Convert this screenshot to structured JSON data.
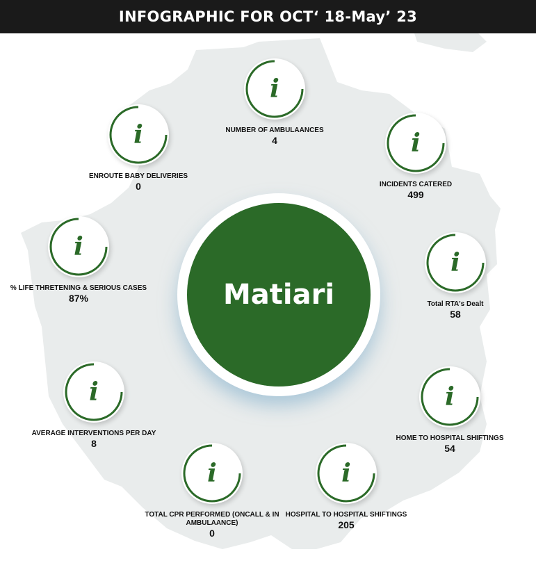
{
  "header": {
    "title": "INFOGRAPHIC FOR OCT‘ 18-May’ 23"
  },
  "hub": {
    "name": "Matiari"
  },
  "colors": {
    "accent": "#2b6a28",
    "header_bg": "#1a1a1a",
    "map_fill": "#e9ecec"
  },
  "stats": [
    {
      "icon": "info-icon",
      "glyph": "i",
      "label": "NUMBER OF AMBULAANCES",
      "value": "4"
    },
    {
      "icon": "info-icon",
      "glyph": "i",
      "label": "INCIDENTS CATERED",
      "value": "499"
    },
    {
      "icon": "info-icon",
      "glyph": "i",
      "label": "Total RTA's Dealt",
      "value": "58"
    },
    {
      "icon": "info-icon",
      "glyph": "i",
      "label": "HOME TO HOSPITAL SHIFTINGS",
      "value": "54"
    },
    {
      "icon": "info-icon",
      "glyph": "i",
      "label": "HOSPITAL TO HOSPITAL SHIFTINGS",
      "value": "205"
    },
    {
      "icon": "info-icon",
      "glyph": "i",
      "label": "TOTAL CPR PERFORMED (ONCALL & IN AMBULAANCE)",
      "value": "0"
    },
    {
      "icon": "info-icon",
      "glyph": "i",
      "label": "AVERAGE INTERVENTIONS PER DAY",
      "value": "8"
    },
    {
      "icon": "info-icon",
      "glyph": "i",
      "label": "% LIFE THRETENING & SERIOUS CASES",
      "value": "87%"
    },
    {
      "icon": "info-icon",
      "glyph": "i",
      "label": "ENROUTE BABY DELIVERIES",
      "value": "0"
    }
  ]
}
